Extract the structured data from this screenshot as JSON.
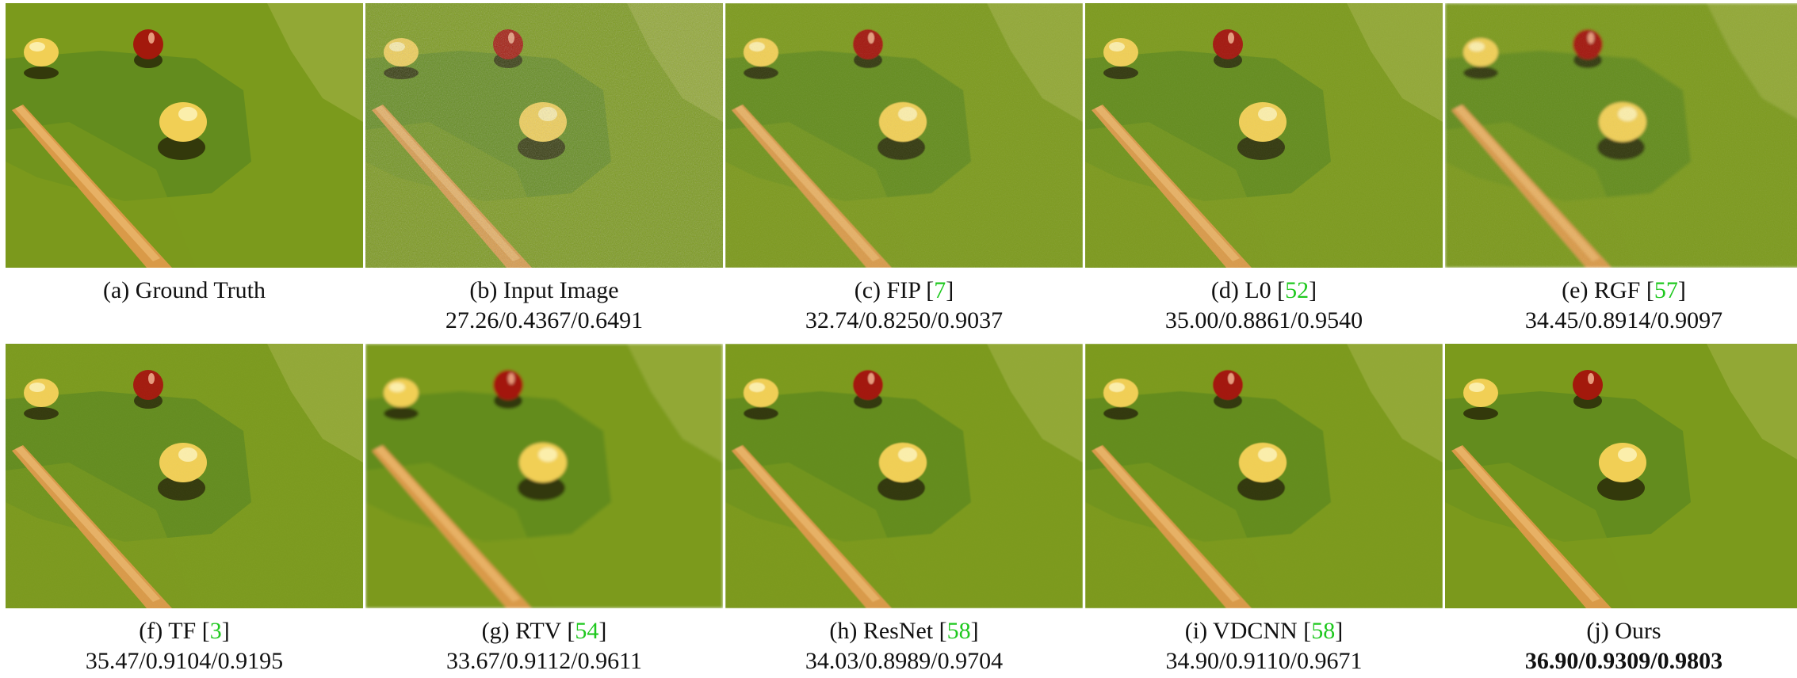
{
  "panels": [
    {
      "label": "(a) Ground Truth",
      "ref": "",
      "scores": "",
      "noise": 0.0,
      "smooth": 0.0,
      "bold": false
    },
    {
      "label": "(b) Input Image",
      "ref": "",
      "scores": "27.26/0.4367/0.6491",
      "noise": 0.9,
      "smooth": 0.0,
      "bold": false
    },
    {
      "label": "(c) FIP",
      "ref": "7",
      "scores": "32.74/0.8250/0.9037",
      "noise": 0.35,
      "smooth": 0.2,
      "bold": false
    },
    {
      "label": "(d) L0",
      "ref": "52",
      "scores": "35.00/0.8861/0.9540",
      "noise": 0.25,
      "smooth": 0.1,
      "bold": false
    },
    {
      "label": "(e) RGF",
      "ref": "57",
      "scores": "34.45/0.8914/0.9097",
      "noise": 0.3,
      "smooth": 0.5,
      "bold": false
    },
    {
      "label": "(f) TF",
      "ref": "3",
      "scores": "35.47/0.9104/0.9195",
      "noise": 0.12,
      "smooth": 0.0,
      "bold": false
    },
    {
      "label": "(g) RTV",
      "ref": "54",
      "scores": "33.67/0.9112/0.9611",
      "noise": 0.0,
      "smooth": 0.6,
      "bold": false
    },
    {
      "label": "(h) ResNet",
      "ref": "58",
      "scores": "34.03/0.8989/0.9704",
      "noise": 0.05,
      "smooth": 0.3,
      "bold": false
    },
    {
      "label": "(i) VDCNN",
      "ref": "58",
      "scores": "34.90/0.9110/0.9671",
      "noise": 0.05,
      "smooth": 0.2,
      "bold": false
    },
    {
      "label": "(j) Ours",
      "ref": "",
      "scores": "36.90/0.9309/0.9803",
      "noise": 0.0,
      "smooth": 0.0,
      "bold": true
    }
  ],
  "colors": {
    "table_base": "#7b9a1c",
    "table_dark": "#5f8a1e",
    "table_light": "#a6b44a",
    "red_ball": "#a3190c",
    "yellow_ball": "#f1cf55",
    "cue": "#d99a48",
    "shadow": "#2a2a08",
    "ref_green": "#1ec81e"
  }
}
